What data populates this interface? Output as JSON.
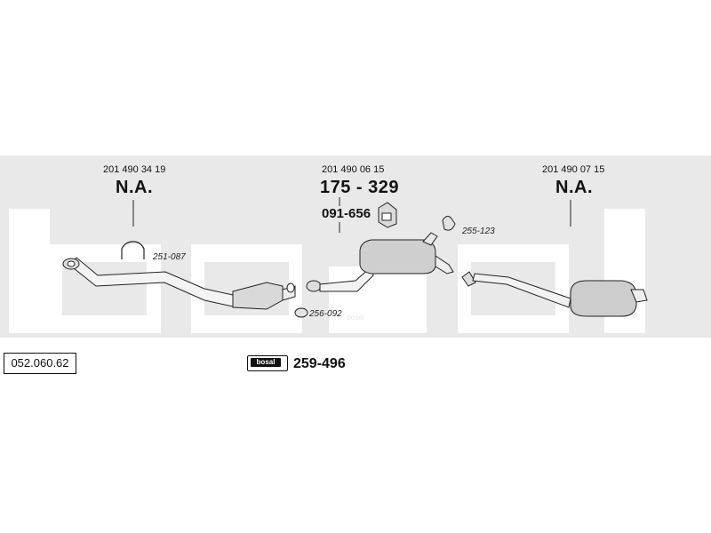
{
  "watermark": {
    "word": "bosal",
    "color": "#e6e6e6"
  },
  "catalog_code": "052.060.62",
  "parts": {
    "front": {
      "oem": "201 490 34 19",
      "number": "N.A."
    },
    "middle": {
      "oem": "201 490 06 15",
      "number": "175 - 329"
    },
    "rear": {
      "oem": "201 490 07 15",
      "number": "N.A."
    }
  },
  "hardware": {
    "bracket": "091-656",
    "clamp": "251-087",
    "gasket": "256-092",
    "hanger": "255-123"
  },
  "kit": {
    "brand": "bosal",
    "number": "259-496"
  }
}
